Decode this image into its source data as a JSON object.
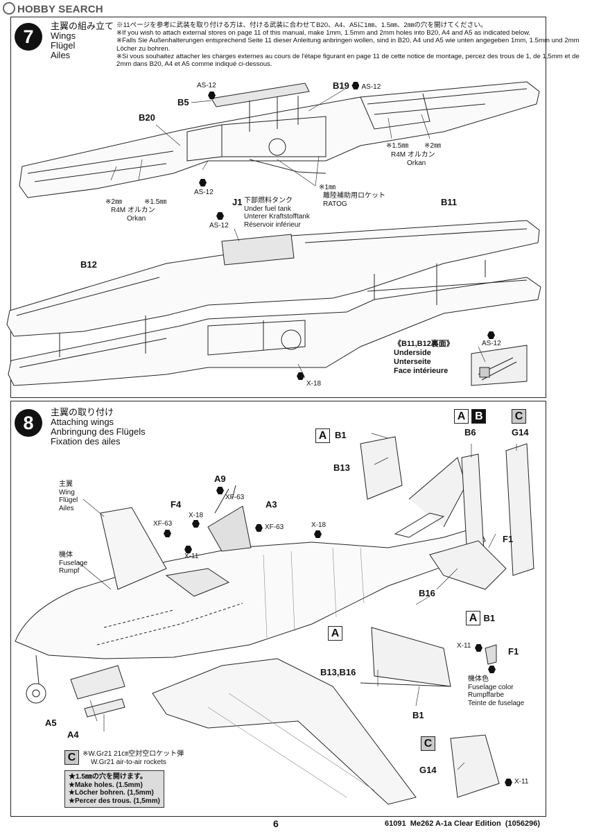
{
  "watermark": "HOBBY SEARCH",
  "step7": {
    "number": "7",
    "title_ja": "主翼の組み立て",
    "title_en": "Wings",
    "title_de": "Flügel",
    "title_fr": "Ailes",
    "note_ja": "※11ページを参考に武装を取り付ける方は、付ける武装に合わせてB20、A4、A5に1㎜、1.5㎜、2㎜の穴を開けてください。",
    "note_en": "※If you wish to attach external stores on page 11 of this manual, make 1mm, 1.5mm and 2mm holes into B20, A4 and A5 as indicated below.",
    "note_de": "※Falls Sie Außenhalterungen entsprechend Seite 11 dieser Anleitung anbringen wollen, sind in B20, A4 und A5 wie unten angegeben 1mm, 1.5mm und 2mm Löcher zu bohren.",
    "note_fr": "※Si vous souhaitez attacher les charges externes au cours de l'étape figurant en page 11 de cette notice de montage, percez des trous de 1, de 1,5mm et de 2mm dans B20, A4 et A5 comme indiqué ci-dessous.",
    "labels": {
      "as12_a": "AS-12",
      "b5": "B5",
      "b19": "B19",
      "as12_b": "AS-12",
      "b20": "B20",
      "hole15_right": "※1.5㎜",
      "hole2_right": "※2㎜",
      "r4m_right": "R4M オルカン",
      "orkan_right": "Orkan",
      "hole2_left": "※2㎜",
      "hole15_left": "※1.5㎜",
      "r4m_left": "R4M オルカン",
      "orkan_left": "Orkan",
      "as12_c": "AS-12",
      "hole1": "※1㎜",
      "ratog_ja": "離陸補助用ロケット",
      "ratog": "RATOG",
      "j1": "J1",
      "tank_ja": "下部燃料タンク",
      "tank_en": "Under fuel tank",
      "tank_de": "Unterer Kraftstofftank",
      "tank_fr": "Réservoir inférieur",
      "as12_d": "AS-12",
      "b11": "B11",
      "b12": "B12",
      "x18": "X-18",
      "underside_ja": "《B11,B12裏面》",
      "underside_en": "Underside",
      "underside_de": "Unterseite",
      "underside_fr": "Face intérieure",
      "as12_e": "AS-12"
    }
  },
  "step8": {
    "number": "8",
    "title_ja": "主翼の取り付け",
    "title_en": "Attaching wings",
    "title_de": "Anbringung des Flügels",
    "title_fr": "Fixation des ailes",
    "badges": {
      "a": "A",
      "b": "B",
      "c": "C"
    },
    "labels": {
      "b1_top": "B1",
      "b13": "B13",
      "b6": "B6",
      "g14_top": "G14",
      "f1_top": "F1",
      "b16": "B16",
      "b1_mid": "B1",
      "wing_ja": "主翼",
      "wing_en": "Wing",
      "wing_de": "Flügel",
      "wing_fr": "Ailes",
      "fuselage_ja": "機体",
      "fuselage_en": "Fuselage",
      "fuselage_de": "Rumpf",
      "a9": "A9",
      "xf63_a": "XF-63",
      "a3": "A3",
      "xf63_b": "XF-63",
      "f4": "F4",
      "x18_a": "X-18",
      "xf63_c": "XF-63",
      "x11_a": "X-11",
      "x18_b": "X-18",
      "b13b16": "B13,B16",
      "b1_low": "B1",
      "x11_b": "X-11",
      "f1_low": "F1",
      "color_ja": "機体色",
      "color_en": "Fuselage color",
      "color_de": "Rumpffarbe",
      "color_fr": "Teinte de fuselage",
      "a5": "A5",
      "a4": "A4",
      "wgr_ja": "※W.Gr21 21㎝空対空ロケット弾",
      "wgr_en": "W.Gr21 air-to-air rockets",
      "g14_low": "G14",
      "x11_c": "X-11",
      "holes_ja": "★1.5㎜の穴を開けます。",
      "holes_en": "★Make holes. (1.5mm)",
      "holes_de": "★Löcher bohren. (1,5mm)",
      "holes_fr": "★Percer des trous. (1,5mm)"
    }
  },
  "footer": {
    "page": "6",
    "code": "61091",
    "product": "Me262 A-1a Clear Edition",
    "doc": "(1056296)"
  }
}
